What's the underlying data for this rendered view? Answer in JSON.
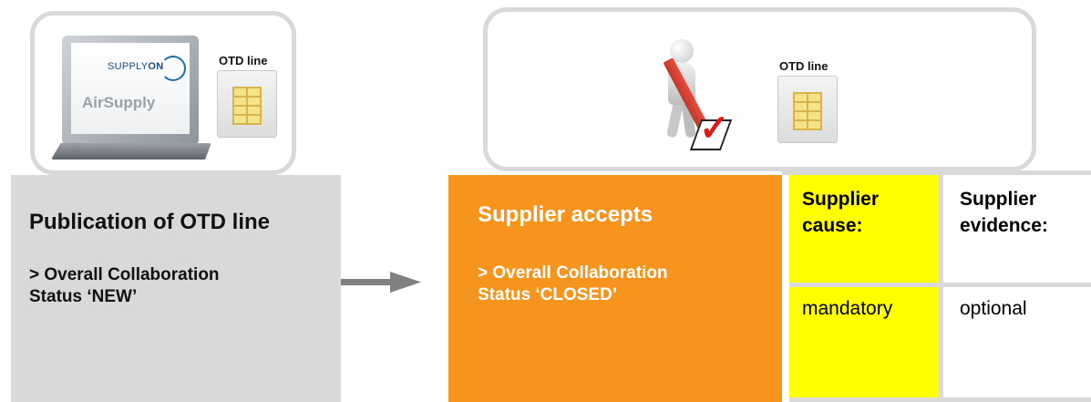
{
  "left_illustration": {
    "brand": "SUPPLYON",
    "app_name": "AirSupply",
    "doc_label": "OTD line"
  },
  "right_illustration": {
    "doc_label": "OTD line"
  },
  "panel_new": {
    "title": "Publication of OTD line",
    "status_line1": "> Overall Collaboration",
    "status_line2": "Status ‘NEW’"
  },
  "panel_closed": {
    "title": "Supplier accepts",
    "status_line1": "> Overall Collaboration",
    "status_line2": "Status ‘CLOSED’"
  },
  "table": {
    "col1_header_line1": "Supplier",
    "col1_header_line2": "cause:",
    "col1_value": "mandatory",
    "col2_header_line1": "Supplier",
    "col2_header_line2": "evidence:",
    "col2_value": "optional"
  },
  "colors": {
    "grey_panel": "#d9d9d9",
    "orange_panel": "#f7941d",
    "yellow_cell": "#ffff00",
    "arrow": "#808080"
  }
}
